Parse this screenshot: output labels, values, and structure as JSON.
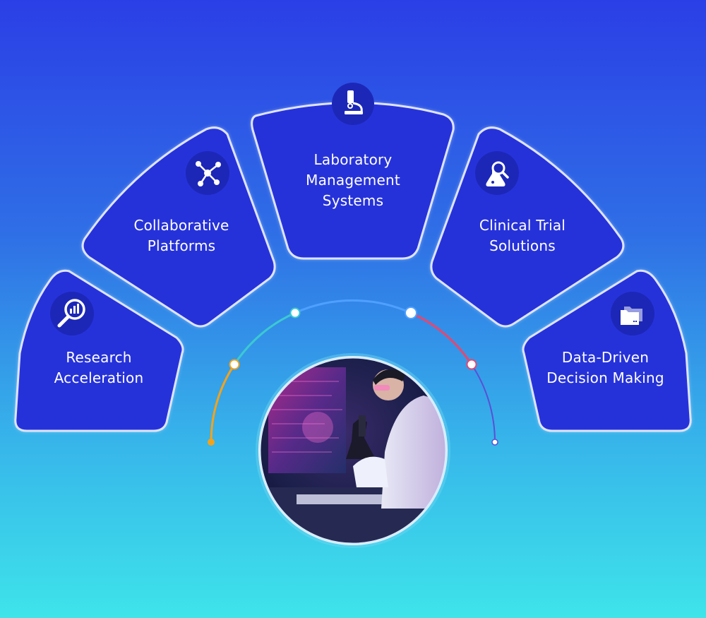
{
  "segments": [
    {
      "id": "research",
      "lines": [
        "Research",
        "Acceleration"
      ],
      "icon": "magnifier-chart-icon"
    },
    {
      "id": "collaborative",
      "lines": [
        "Collaborative",
        "Platforms"
      ],
      "icon": "network-nodes-icon"
    },
    {
      "id": "laboratory",
      "lines": [
        "Laboratory",
        "Management",
        "Systems"
      ],
      "icon": "microscope-icon"
    },
    {
      "id": "clinical",
      "lines": [
        "Clinical Trial",
        "Solutions"
      ],
      "icon": "flask-magnifier-icon"
    },
    {
      "id": "datadriven",
      "lines": [
        "Data-Driven",
        "Decision Making"
      ],
      "icon": "folders-icon"
    }
  ],
  "colors": {
    "segment_fill": "#2633d9",
    "segment_border": "#dfe4ff",
    "icon_circle": "#1c27b8",
    "arc_orange": "#f3a21b",
    "arc_teal": "#3cc9d2",
    "arc_blue": "#4fa0ff",
    "arc_red": "#e8466e",
    "arc_purple": "#5b4fd6"
  },
  "center_image": "scientist-with-microscope-photo"
}
